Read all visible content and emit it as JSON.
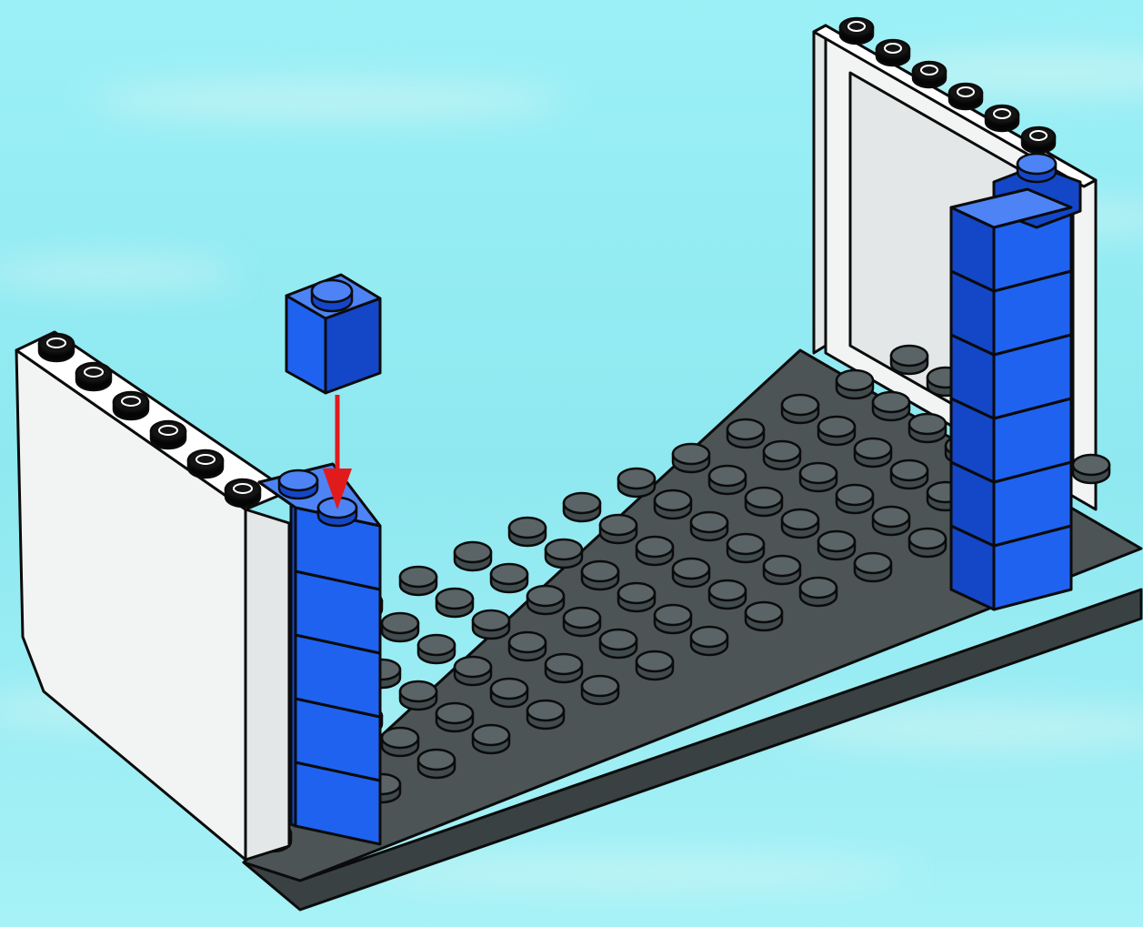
{
  "scene": {
    "colors": {
      "background_top": "#9bf0f6",
      "background_mid": "#8fe8f0",
      "background_bottom": "#a6f2f7",
      "streak": "#d9f6f5",
      "baseplate": "#4c5456",
      "baseplate_edge": "#3a4143",
      "stud_top": "#5a6466",
      "stud_side": "#414a4c",
      "blue_front": "#1f62f0",
      "blue_side": "#1446c8",
      "blue_top": "#4d83f5",
      "white_front": "#f2f4f4",
      "white_side": "#e3e7e7",
      "white_top": "#ffffff",
      "outline": "#0b0b0b",
      "arrow": "#e11b1b"
    },
    "parts": [
      {
        "name": "baseplate",
        "type": "plate",
        "color": "dark-grey"
      },
      {
        "name": "left-wall",
        "type": "brick-wall",
        "color": "white"
      },
      {
        "name": "back-window-frame",
        "type": "window-frame",
        "color": "white"
      },
      {
        "name": "left-pillar",
        "type": "brick-stack",
        "color": "blue",
        "bricks": 5
      },
      {
        "name": "right-pillar",
        "type": "brick-stack",
        "color": "blue",
        "bricks": 6
      },
      {
        "name": "falling-brick",
        "type": "brick-1x1",
        "color": "blue"
      }
    ],
    "instruction": {
      "icon": "arrow-down-icon",
      "action": "place-brick"
    }
  }
}
